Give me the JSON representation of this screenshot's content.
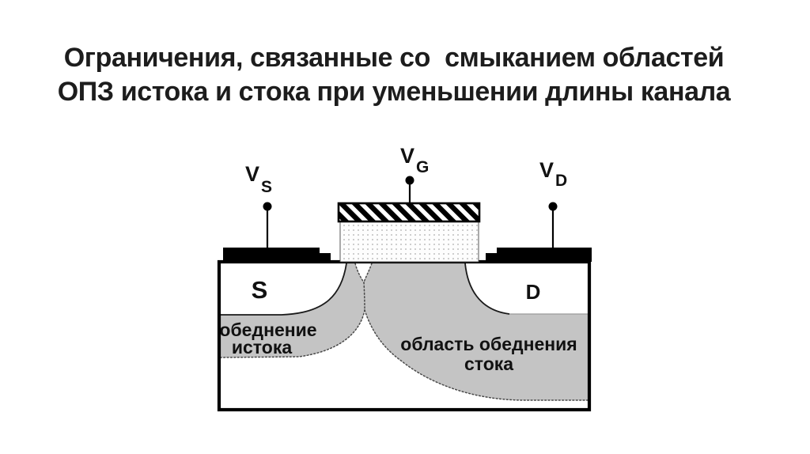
{
  "title": {
    "line1": "Ограничения, связанные со  смыканием областей",
    "line2": "ОПЗ истока и стока при уменьшении длины канала"
  },
  "diagram": {
    "terminals": {
      "source": {
        "symbol": "V",
        "subscript": "S"
      },
      "gate": {
        "symbol": "V",
        "subscript": "G"
      },
      "drain": {
        "symbol": "V",
        "subscript": "D"
      }
    },
    "regions": {
      "source_label": "S",
      "drain_label": "D",
      "source_depletion_line1": "обеднение",
      "source_depletion_line2": "истока",
      "drain_depletion_line1": "область обеднения",
      "drain_depletion_line2": "стока"
    },
    "colors": {
      "depletion_gray": "#c4c4c4",
      "contact_black": "#000000",
      "outline_black": "#111111",
      "background": "#ffffff"
    }
  }
}
